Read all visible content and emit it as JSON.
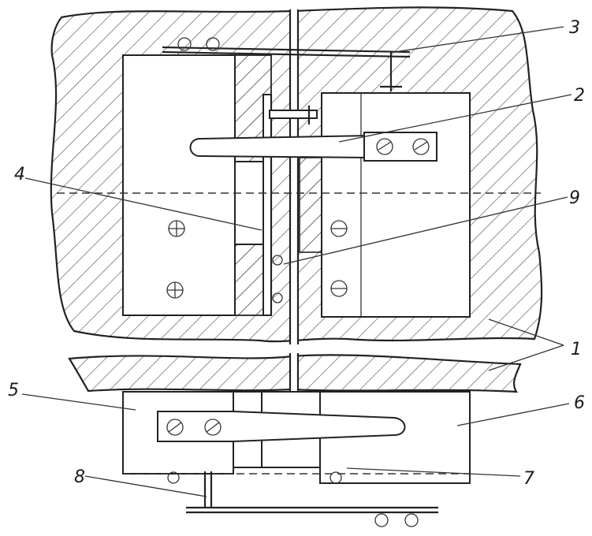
{
  "figure": {
    "callouts": [
      {
        "id": "label-1",
        "text": "1"
      },
      {
        "id": "label-2",
        "text": "2"
      },
      {
        "id": "label-3",
        "text": "3"
      },
      {
        "id": "label-4",
        "text": "4"
      },
      {
        "id": "label-5",
        "text": "5"
      },
      {
        "id": "label-6",
        "text": "6"
      },
      {
        "id": "label-7",
        "text": "7"
      },
      {
        "id": "label-8",
        "text": "8"
      },
      {
        "id": "label-9",
        "text": "9"
      }
    ]
  }
}
